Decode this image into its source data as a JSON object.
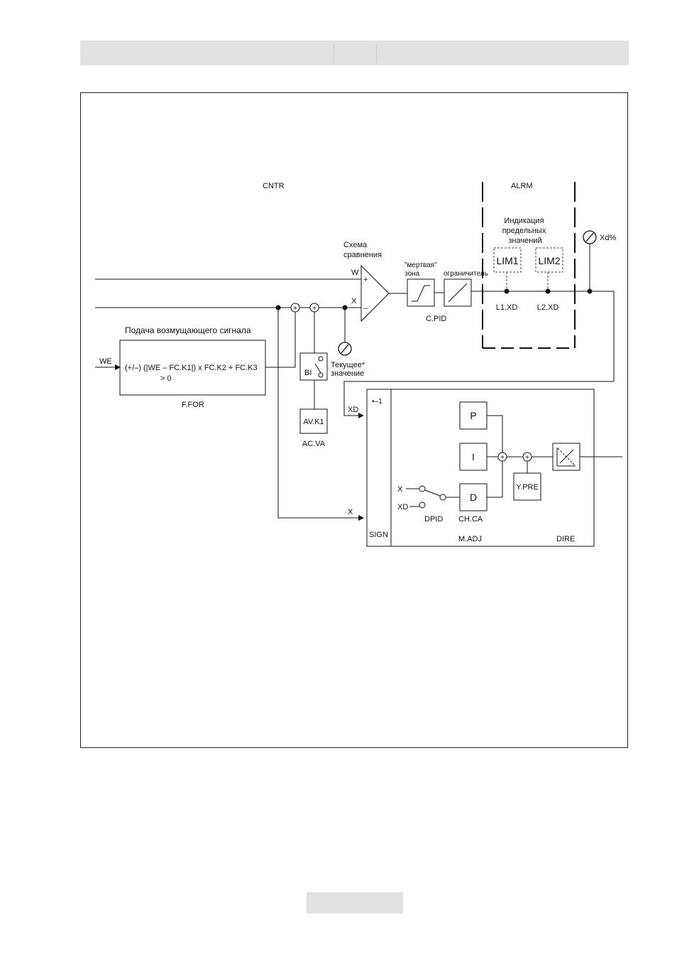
{
  "labels": {
    "cntr": "CNTR",
    "alrm": "ALRM",
    "limit_indication": [
      "Индикация",
      "предельных",
      "значений"
    ],
    "lim1": "LIM1",
    "lim2": "LIM2",
    "l1xd": "L1.XD",
    "l2xd": "L2.XD",
    "xd_percent": "Xd%",
    "comparison": [
      "Схема",
      "сравнения"
    ],
    "w": "W",
    "x": "X",
    "plus": "+",
    "minus": "–",
    "dead_zone": [
      "\"мертвая\"",
      "зона"
    ],
    "limiter": "ограничитель",
    "cpid": "C.PID",
    "disturbance_title": "Подача возмущающего сигнала",
    "we": "WE",
    "formula_line1": "(+/–) (|WE – FC.K1|) x FC.K2 + FC.K3",
    "formula_line2": "> 0",
    "ffor": "F.FOR",
    "bi": "BI",
    "current_value": [
      "Текущее*",
      "значение"
    ],
    "avk1": "AV.K1",
    "acva": "AC.VA",
    "xd_in": "XD",
    "x_in": "X",
    "invert": "•–1",
    "sign": "SIGN",
    "p": "P",
    "i": "I",
    "d": "D",
    "ypre": "Y.PRE",
    "sel_x": "X",
    "sel_xd": "XD",
    "dpid": "DPID",
    "chca": "CH.CA",
    "madj": "M.ADJ",
    "dire": "DIRE"
  }
}
